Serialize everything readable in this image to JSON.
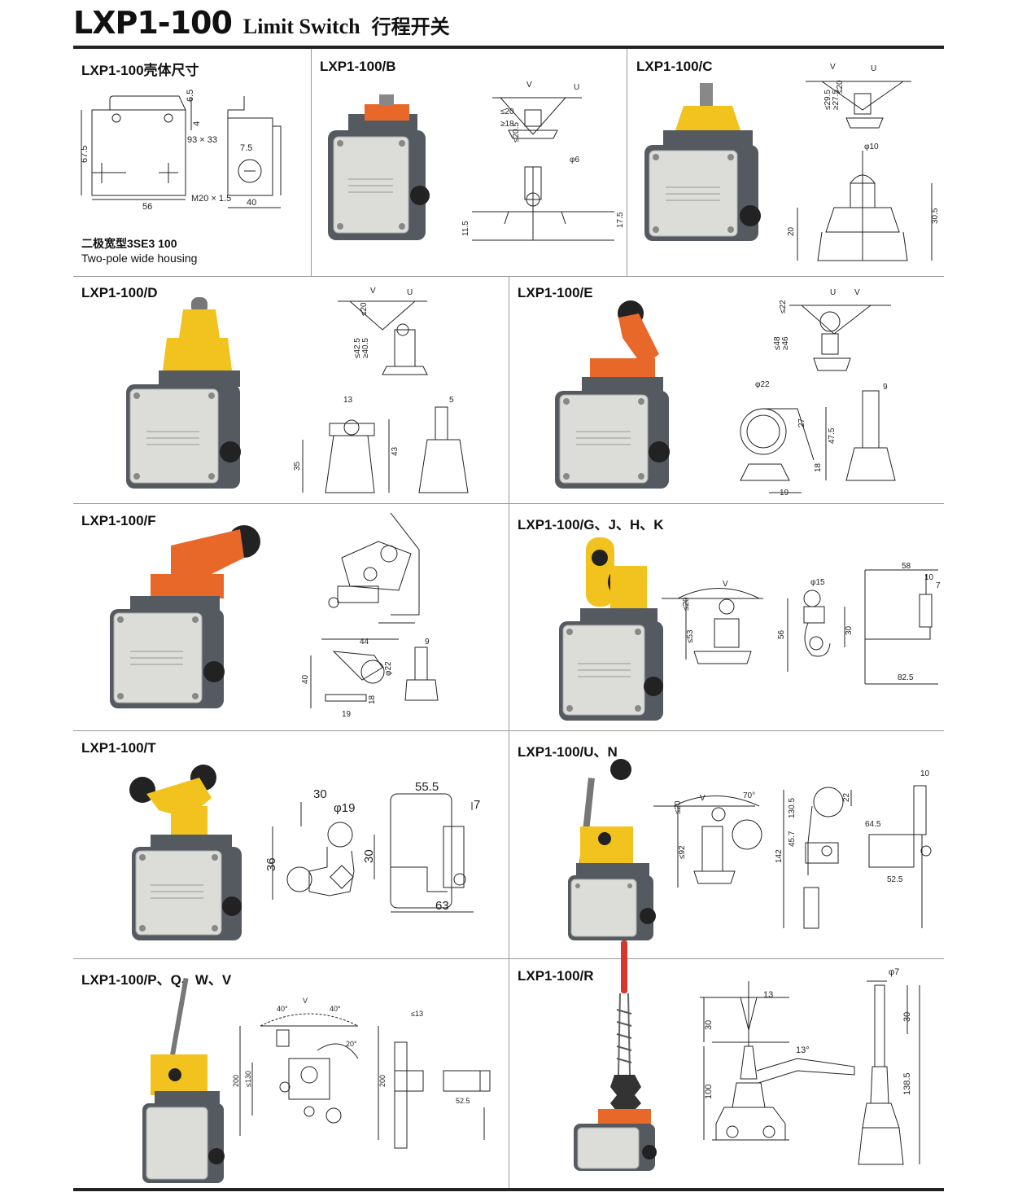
{
  "header": {
    "model": "LXP1-100",
    "english": "Limit Switch",
    "chinese": "行程开关"
  },
  "sections": [
    {
      "label": "LXP1-100壳体尺寸",
      "note_zh": "二极宽型3SE3 100",
      "note_en": "Two-pole wide housing",
      "dims": [
        "6.5",
        "4",
        "93 × 33",
        "67.5",
        "56",
        "M20 × 1.5",
        "7.5",
        "40"
      ]
    },
    {
      "label": "LXP1-100/B",
      "dims": [
        "V",
        "U",
        "≤20",
        "≤20.5",
        "≥18",
        "φ6",
        "11.5",
        "17.5"
      ]
    },
    {
      "label": "LXP1-100/C",
      "dims": [
        "V",
        "U",
        "≤20",
        "≤29.5",
        "≥27.5",
        "φ10",
        "20",
        "30.5"
      ]
    },
    {
      "label": "LXP1-100/D",
      "dims": [
        "V",
        "U",
        "≤20",
        "≤42.5",
        "≥40.5",
        "13",
        "5",
        "35",
        "43"
      ]
    },
    {
      "label": "LXP1-100/E",
      "dims": [
        "U",
        "V",
        "≤22",
        "≤48",
        "≥46",
        "φ22",
        "9",
        "27",
        "47.5",
        "18",
        "19"
      ]
    },
    {
      "label": "LXP1-100/F",
      "dims": [
        "44",
        "40",
        "φ22",
        "19",
        "18",
        "9"
      ]
    },
    {
      "label": "LXP1-100/G、J、H、K",
      "dims": [
        "V",
        "≤20",
        "≤53",
        "φ15",
        "56",
        "30",
        "58",
        "10",
        "7",
        "82.5"
      ]
    },
    {
      "label": "LXP1-100/T",
      "dims": [
        "30",
        "φ19",
        "36",
        "30",
        "55.5",
        "7",
        "63"
      ]
    },
    {
      "label": "LXP1-100/U、N",
      "dims": [
        "V",
        "≤20",
        "70°",
        "≤92",
        "130.5",
        "45.7",
        "22",
        "142",
        "10",
        "64.5",
        "52.5"
      ]
    },
    {
      "label": "LXP1-100/P、Q、W、V",
      "dims": [
        "40°",
        "V",
        "40°",
        "200",
        "≤130",
        "≤13",
        "20°",
        "200",
        "52.5"
      ]
    },
    {
      "label": "LXP1-100/R",
      "dims": [
        "13",
        "30",
        "13°",
        "100",
        "φ7",
        "30",
        "138.5"
      ]
    }
  ],
  "colors": {
    "orange": "#e8682a",
    "yellow": "#f2c21f",
    "housing": "#dcdcd8",
    "base": "#555a60",
    "red_rod": "#d8372b"
  }
}
